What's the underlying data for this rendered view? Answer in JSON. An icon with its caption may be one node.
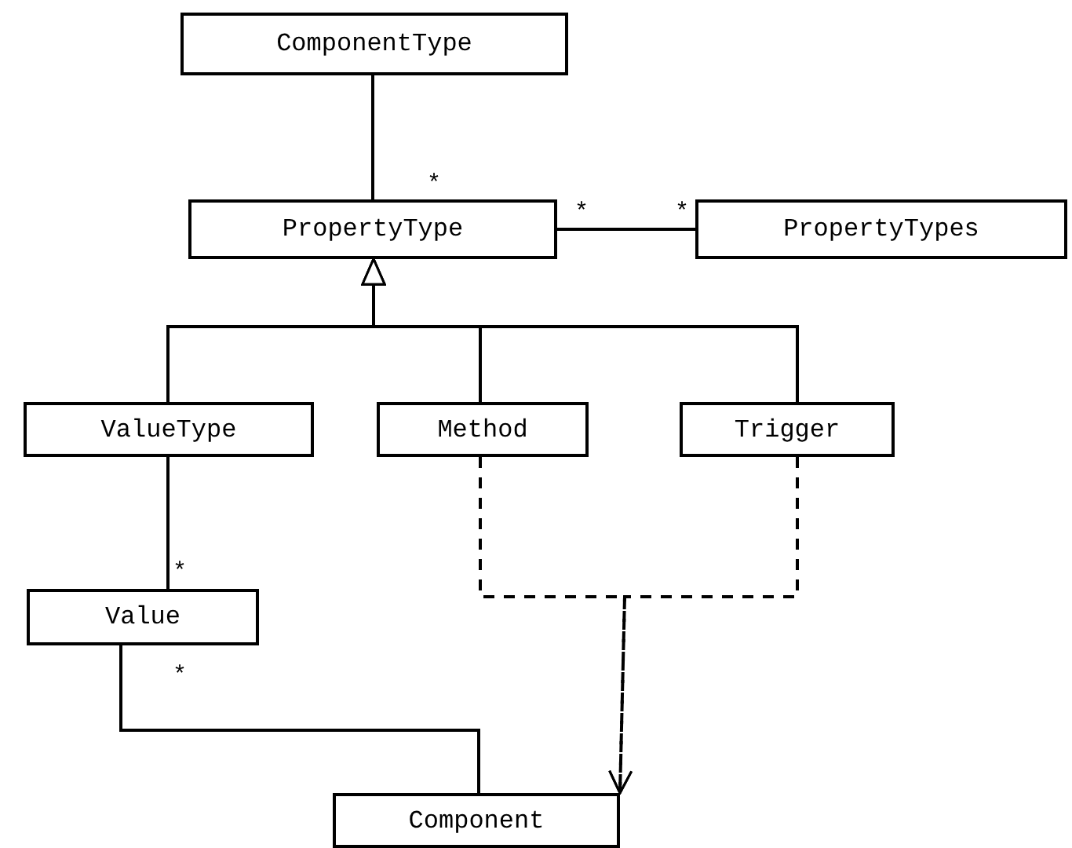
{
  "diagram": {
    "nodes": [
      {
        "text": [
          "ComponentType"
        ]
      },
      {
        "text": [
          "PropertyType"
        ]
      },
      {
        "text": [
          "PropertyTypes"
        ]
      },
      {
        "text": [
          "ValueType"
        ]
      },
      {
        "text": [
          "Method"
        ]
      },
      {
        "text": [
          "Trigger"
        ]
      },
      {
        "text": [
          "Value"
        ]
      },
      {
        "text": [
          "Component"
        ]
      }
    ],
    "edges": [
      {
        "from": 0,
        "to": 1,
        "arrow": "none"
      },
      {
        "from": 1,
        "to": 2,
        "arrow": "none"
      },
      {
        "from": 3,
        "to": 1,
        "arrow": "to"
      },
      {
        "from": 4,
        "to": 1,
        "arrow": "to"
      },
      {
        "from": 5,
        "to": 1,
        "arrow": "to"
      },
      {
        "from": 3,
        "to": 6,
        "arrow": "none"
      },
      {
        "from": 6,
        "to": 7,
        "arrow": "none"
      },
      {
        "from": 4,
        "to": 7,
        "arrow": "to",
        "style": "dashed"
      },
      {
        "from": 5,
        "to": 7,
        "arrow": "to",
        "style": "dashed"
      }
    ],
    "labels": [
      "*",
      "*",
      "*",
      "*",
      "*"
    ]
  }
}
